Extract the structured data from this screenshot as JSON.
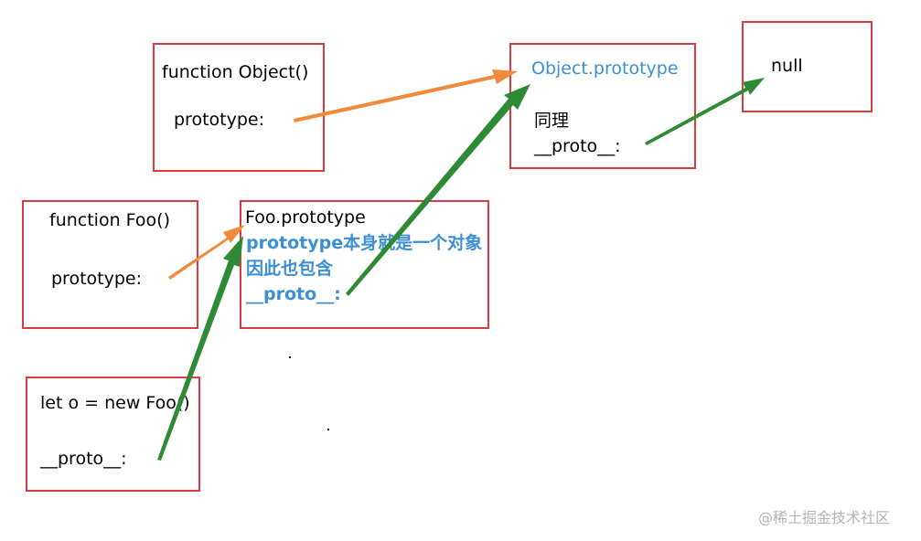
{
  "boxes": {
    "object_fn": {
      "title": "function Object()",
      "prop": "prototype:"
    },
    "object_proto": {
      "title": "Object.prototype",
      "line1": "同理",
      "line2": "__proto__:"
    },
    "null_box": {
      "title": "null"
    },
    "foo_fn": {
      "title": "function Foo()",
      "prop": "prototype:"
    },
    "foo_proto": {
      "title": "Foo.prototype",
      "line1": "prototype本身就是一个对象",
      "line2": "因此也包含",
      "line3": "__proto__:"
    },
    "instance": {
      "title": "let o = new Foo()",
      "prop": "__proto__:"
    }
  },
  "watermark": "@稀土掘金技术社区",
  "colors": {
    "box_border": "#e0393e",
    "orange_arrow": "#f08a3c",
    "green_arrow": "#2e8a35",
    "blue_text": "#3c8fd1"
  }
}
